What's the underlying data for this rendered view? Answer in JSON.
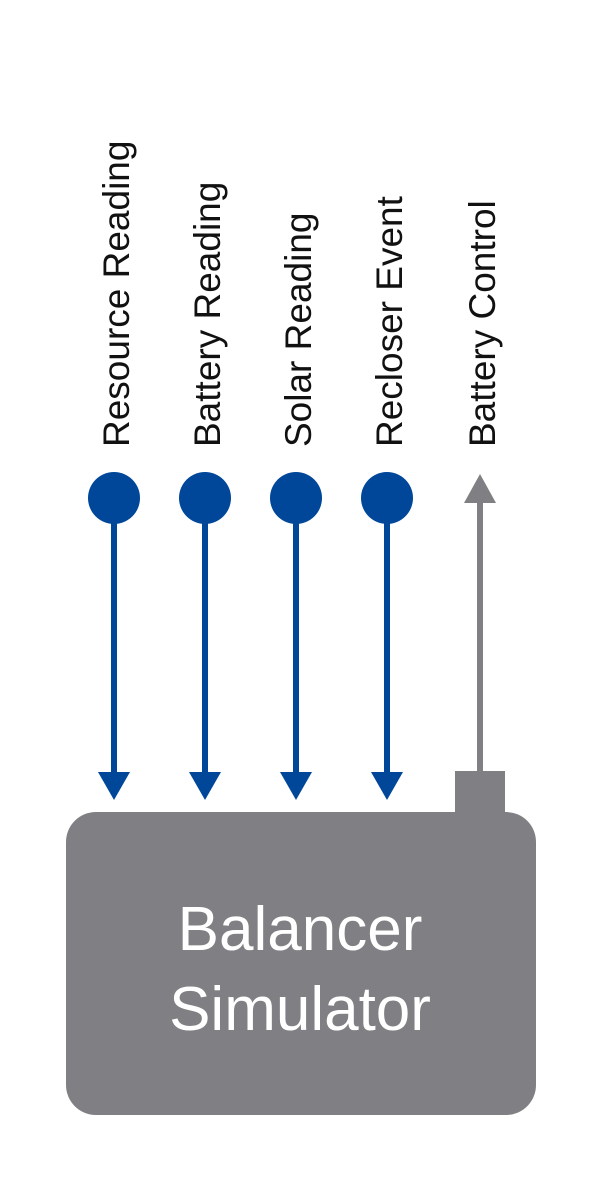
{
  "diagram": {
    "inputs": [
      {
        "label": "Resource Reading",
        "direction": "in",
        "color": "#00479a"
      },
      {
        "label": "Battery Reading",
        "direction": "in",
        "color": "#00479a"
      },
      {
        "label": "Solar Reading",
        "direction": "in",
        "color": "#00479a"
      },
      {
        "label": "Recloser Event",
        "direction": "in",
        "color": "#00479a"
      }
    ],
    "outputs": [
      {
        "label": "Battery Control",
        "direction": "out",
        "color": "#808084"
      }
    ],
    "box": {
      "line1": "Balancer",
      "line2": "Simulator",
      "color": "#808084",
      "text_color": "#ffffff"
    }
  }
}
